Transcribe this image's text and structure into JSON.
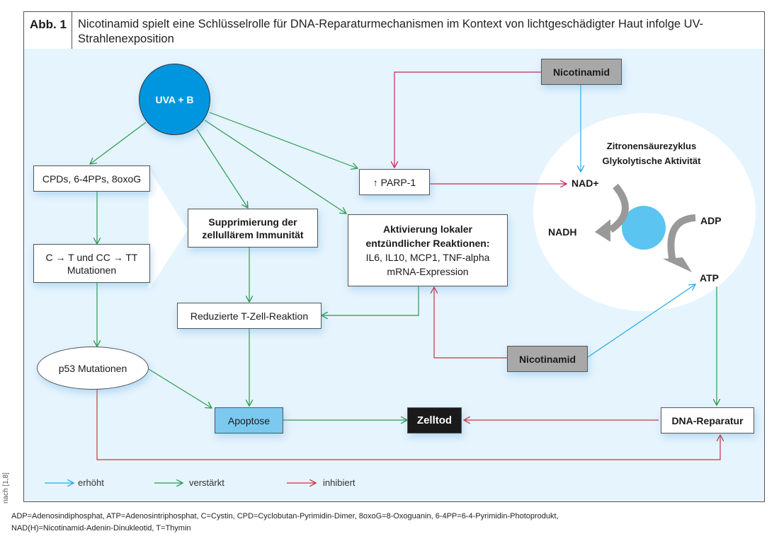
{
  "figure": {
    "label": "Abb. 1",
    "title": "Nicotinamid spielt eine Schlüsselrolle für DNA-Reparaturmechanismen im Kontext von lichtgeschädigter Haut infolge UV-Strahlenexposition"
  },
  "nodes": {
    "uv": "UVA + B",
    "cpds": "CPDs, 6-4PPs, 8oxoG",
    "mutations_line1": "C → T und CC → TT",
    "mutations_line2": "Mutationen",
    "p53": "p53 Mutationen",
    "suppression_line1": "Supprimierung der",
    "suppression_line2": "zellullärem Immunität",
    "tcell": "Reduzierte T-Zell-Reaktion",
    "apoptosis": "Apoptose",
    "parp": "↑ PARP-1",
    "activation_line1": "Aktivierung lokaler",
    "activation_line2": "entzündlicher Reaktionen:",
    "activation_line3": "IL6, IL10, MCP1, TNF-alpha",
    "activation_line4": "mRNA-Expression",
    "nicotinamide_top": "Nicotinamid",
    "nicotinamide_bottom": "Nicotinamid",
    "celldeath": "Zelltod",
    "dna_repair": "DNA-Reparatur"
  },
  "cycle": {
    "title_line1": "Zitronensäurezyklus",
    "title_line2": "Glykolytische Aktivität",
    "nad_plus": "NAD+",
    "nadh": "NADH",
    "adp": "ADP",
    "atp": "ATP"
  },
  "legend": {
    "items": [
      {
        "label": "erhöht",
        "color": "#29a9e6"
      },
      {
        "label": "verstärkt",
        "color": "#2a9a4f"
      },
      {
        "label": "inhibiert",
        "color": "#c8343e"
      }
    ]
  },
  "colors": {
    "increases": "#29a9e6",
    "enhances": "#2a9a4f",
    "inhibits": "#c8343e",
    "inhibits_magenta": "#c8285a",
    "uv_circle": "#0096df",
    "apoptosis_box": "#7cc9f0",
    "nicotinamide_box": "#a8a8a8",
    "panel_bg": "#e6f4fd"
  },
  "source": "nach [1,8]",
  "footnote": {
    "line1": "ADP=Adenosindiphosphat, ATP=Adenosintriphosphat, C=Cystin, CPD=Cyclobutan-Pyrimidin-Dimer, 8oxoG=8-Oxoguanin, 6-4PP=6-4-Pyrimidin-Photoprodukt,",
    "line2": "NAD(H)=Nicotinamid-Adenin-Dinukleotid, T=Thymin"
  }
}
